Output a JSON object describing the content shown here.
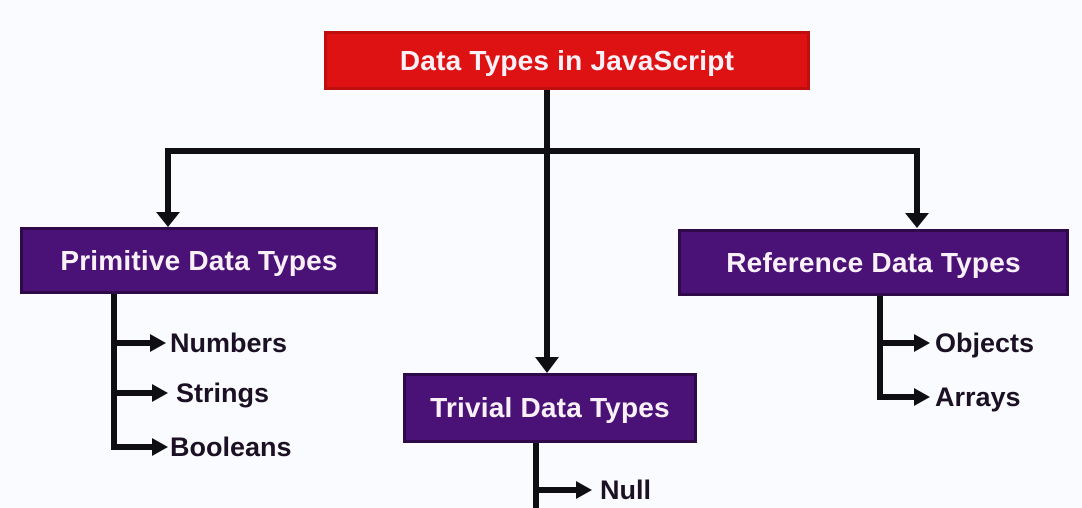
{
  "diagram": {
    "type": "tree",
    "root": {
      "label": "Data Types in JavaScript"
    },
    "branches": [
      {
        "label": "Primitive Data Types",
        "children": [
          "Numbers",
          "Strings",
          "Booleans"
        ]
      },
      {
        "label": "Trivial Data Types",
        "children": [
          "Null"
        ]
      },
      {
        "label": "Reference Data Types",
        "children": [
          "Objects",
          "Arrays"
        ]
      }
    ],
    "colors": {
      "root_bg": "#DE1212",
      "root_border": "#BE0E0E",
      "category_bg": "#4A1276",
      "category_border": "#2E0A4A",
      "box_text": "#F9F1F7",
      "leaf_text": "#1B1024",
      "line": "#0F0E13",
      "background": "#F9FBFE"
    }
  }
}
